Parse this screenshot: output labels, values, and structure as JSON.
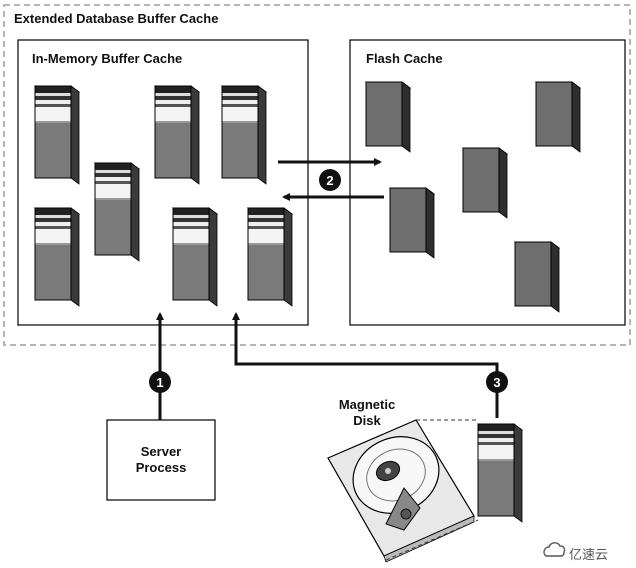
{
  "diagram": {
    "outer_title": "Extended Database Buffer Cache",
    "in_memory_title": "In-Memory Buffer Cache",
    "flash_title": "Flash Cache",
    "server_process": {
      "line1": "Server",
      "line2": "Process"
    },
    "magnetic_disk": {
      "line1": "Magnetic",
      "line2": "Disk"
    },
    "steps": [
      "1",
      "2",
      "3"
    ],
    "watermark": "亿速云"
  },
  "colors": {
    "block_body": "#7a7a7a",
    "block_dark": "#2a2a2a",
    "flash_block": "#6e6e6e",
    "dashed_border": "#b5b5b5",
    "arrow": "#111111"
  },
  "icons": [
    "cached-block-icon",
    "flash-block-icon",
    "disk-platter-icon",
    "cloud-logo-icon"
  ]
}
